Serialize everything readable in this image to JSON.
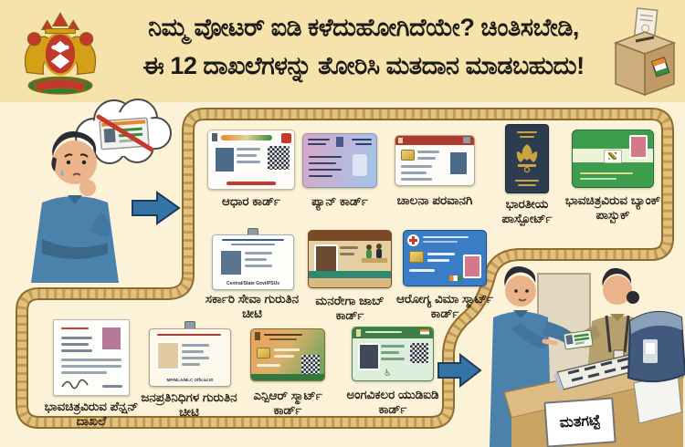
{
  "header": {
    "title_line1": "ನಿಮ್ಮ ವೋಟರ್ ಐಡಿ ಕಳೆದುಹೋಗಿದೆಯೇ? ಚಿಂತಿಸಬೇಡಿ,",
    "title_line2": "ಈ 12 ದಾಖಲೆಗಳನ್ನು ತೋರಿಸಿ ಮತದಾನ ಮಾಡಬಹುದು!",
    "emblem_icon": "karnataka-state-emblem",
    "ballot_box_icon": "ballot-box-with-ballot"
  },
  "documents": [
    {
      "id": "aadhaar-card",
      "label": "ಆಧಾರ ಕಾರ್ಡ್"
    },
    {
      "id": "pan-card",
      "label": "ಪ್ಯಾನ್ ಕಾರ್ಡ್"
    },
    {
      "id": "driving-licence",
      "label": "ಚಾಲನಾ ಪರವಾನಗಿ"
    },
    {
      "id": "indian-passport",
      "label": "ಭಾರತೀಯ ಪಾಸ್ಪೋರ್ಟ್"
    },
    {
      "id": "bank-passbook-with-photo",
      "label": "ಭಾವಚಿತ್ರವಿರುವ ಬ್ಯಾಂಕ್ ಪಾಸ್ಬುಕ್"
    },
    {
      "id": "govt-service-id-card",
      "label": "ಸರ್ಕಾರಿ ಸೇವಾ ಗುರುತಿನ ಚೀಟಿ",
      "card_text": "Central/State Govt/PSUs"
    },
    {
      "id": "mnrega-job-card",
      "label": "ಮನರೇಗಾ ಜಾಬ್ ಕಾರ್ಡ್"
    },
    {
      "id": "health-insurance-smart-card",
      "label": "ಆರೋಗ್ಯ ವಿಮಾ ಸ್ಮಾರ್ಟ್ ಕಾರ್ಡ್"
    },
    {
      "id": "pension-document-with-photo",
      "label": "ಭಾವಚಿತ್ರವಿರುವ ಪೆನ್ಷನ್ ದಾಖಲೆ"
    },
    {
      "id": "mp-mla-id-card",
      "label": "ಜನಪ್ರತಿನಿಧಿಗಳ ಗುರುತಿನ ಚೀಟಿ",
      "card_text": "MP/MLA/MLC Official ID"
    },
    {
      "id": "npr-smart-card",
      "label": "ಎನ್ಪಿಆರ್ ಸ್ಮಾರ್ಟ್ ಕಾರ್ಡ್"
    },
    {
      "id": "udid-card",
      "label": "ಅಂಗವಿಕಲರ ಯುಡಿಐಡಿ ಕಾರ್ಡ್"
    }
  ],
  "booth": {
    "sign_label": "ಮತಗಟ್ಟೆ"
  },
  "icons": {
    "thought_bubble": "lost-voter-id-thought-bubble",
    "arrow_1": "flow-arrow-right",
    "arrow_2": "flow-arrow-right"
  },
  "colors": {
    "header_bg": "#f6e2ab",
    "body_bg": "#fbf2d8",
    "ornate_border_gold": "#d9b468",
    "ornate_border_dark": "#8f6b2e",
    "arrow_blue": "#3473a6",
    "title_text": "#1d1b18",
    "label_text": "#241c10",
    "passport_navy": "#2e3c52",
    "passbook_green": "#3c9e4d",
    "health_card_blue": "#3a7dc4"
  }
}
